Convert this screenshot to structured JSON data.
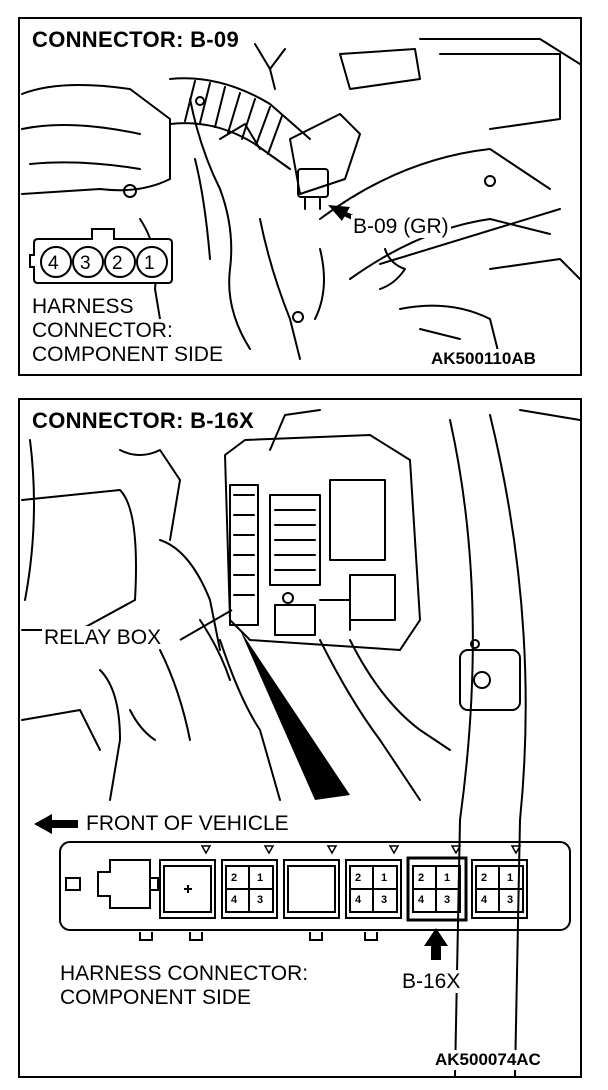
{
  "panel1": {
    "title": "CONNECTOR: B-09",
    "callout": "B-09 (GR)",
    "harness_label": [
      "HARNESS",
      "CONNECTOR:",
      "COMPONENT SIDE"
    ],
    "pins": [
      "4",
      "3",
      "2",
      "1"
    ],
    "code": "AK500110AB"
  },
  "panel2": {
    "title": "CONNECTOR: B-16X",
    "relay_box": "RELAY BOX",
    "front": "FRONT OF VEHICLE",
    "harness_label": [
      "HARNESS CONNECTOR:",
      "COMPONENT SIDE"
    ],
    "callout": "B-16X",
    "code": "AK500074AC",
    "slot_pins": [
      "2",
      "1",
      "4",
      "3"
    ]
  }
}
